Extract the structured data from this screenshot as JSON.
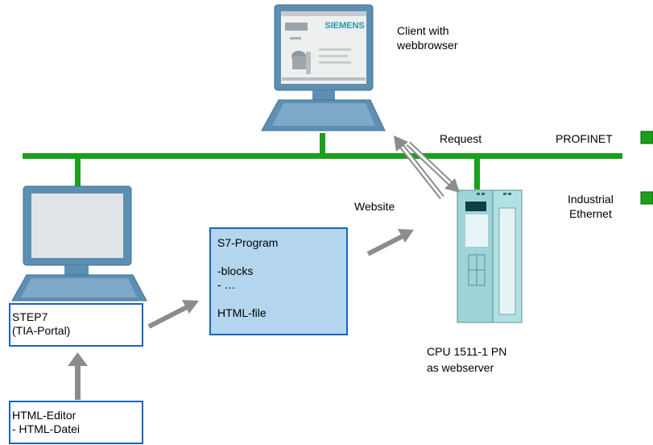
{
  "client": {
    "line1": "Client with",
    "line2": "webbrowser"
  },
  "screen_logo": "SIEMENS",
  "request_label": "Request",
  "website_label": "Website",
  "legend": {
    "profinet": "PROFINET",
    "industrial_line1": "Industrial",
    "industrial_line2": "Ethernet",
    "color": "#1aa01a"
  },
  "program_box": {
    "title": "S7-Program",
    "item1": "-blocks",
    "item2": "- …",
    "item3": "HTML-file"
  },
  "step7_box": {
    "line1": "STEP7",
    "line2": "(TIA-Portal)"
  },
  "editor_box": {
    "line1": "HTML-Editor",
    "line2": "- HTML-Datei"
  },
  "cpu_label": {
    "line1": "CPU 1511-1 PN",
    "line2": "as webserver"
  }
}
